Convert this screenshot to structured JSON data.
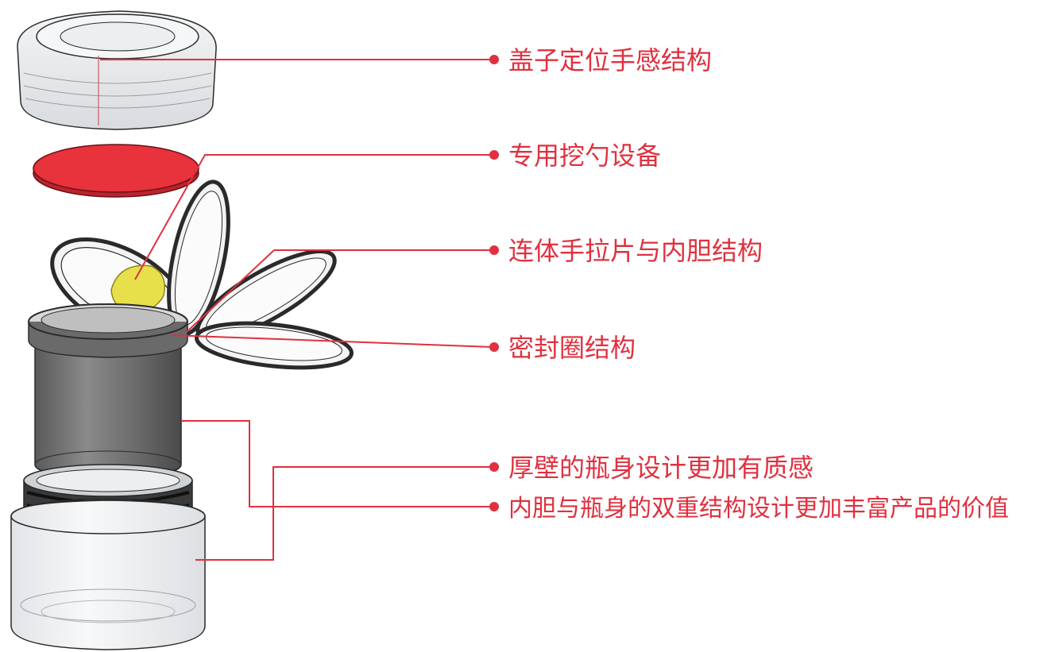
{
  "colors": {
    "accent": "#e0303f",
    "seal_disk": "#e8323c",
    "spoon": "#e8e04a",
    "inner_liner": "#6f6f6f",
    "outline": "#2a2a2a",
    "glass": "#eef0f2"
  },
  "callouts": [
    {
      "label": "盖子定位手感结构"
    },
    {
      "label": "专用挖勺设备"
    },
    {
      "label": "连体手拉片与内胆结构"
    },
    {
      "label": "密封圈结构"
    },
    {
      "label": "厚壁的瓶身设计更加有质感"
    },
    {
      "label": "内胆与瓶身的双重结构设计更加丰富产品的价值"
    }
  ]
}
